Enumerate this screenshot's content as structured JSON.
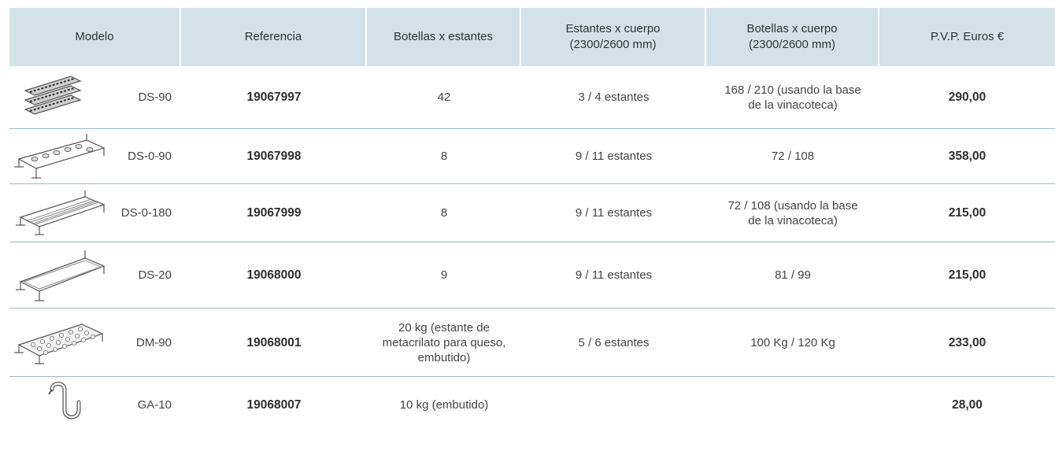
{
  "headers": {
    "modelo": "Modelo",
    "referencia": "Referencia",
    "botellas_estantes": "Botellas x estantes",
    "estantes_cuerpo": "Estantes x cuerpo\n(2300/2600 mm)",
    "botellas_cuerpo": "Botellas x cuerpo\n(2300/2600 mm)",
    "pvp": "P.V.P. Euros €"
  },
  "rows": [
    {
      "icon": "stacked-bottle-racks-icon",
      "modelo": "DS-90",
      "referencia": "19067997",
      "botellas_estantes": "42",
      "estantes_cuerpo": "3 / 4 estantes",
      "botellas_cuerpo": "168 / 210 (usando la base\nde la vinacoteca)",
      "pvp": "290,00"
    },
    {
      "icon": "bottle-shelf-rack-icon",
      "modelo": "DS-0-90",
      "referencia": "19067998",
      "botellas_estantes": "8",
      "estantes_cuerpo": "9 / 11 estantes",
      "botellas_cuerpo": "72 / 108",
      "pvp": "358,00"
    },
    {
      "icon": "rod-shelf-rack-icon",
      "modelo": "DS-0-180",
      "referencia": "19067999",
      "botellas_estantes": "8",
      "estantes_cuerpo": "9 / 11 estantes",
      "botellas_cuerpo": "72 / 108 (usando la base\nde la vinacoteca)",
      "pvp": "215,00"
    },
    {
      "icon": "frame-shelf-rack-icon",
      "modelo": "DS-20",
      "referencia": "19068000",
      "botellas_estantes": "9",
      "estantes_cuerpo": "9 / 11 estantes",
      "botellas_cuerpo": "81 / 99",
      "pvp": "215,00"
    },
    {
      "icon": "perforated-methacrylate-shelf-icon",
      "modelo": "DM-90",
      "referencia": "19068001",
      "botellas_estantes": "20 kg (estante de\nmetacrilato para queso,\nembutido)",
      "estantes_cuerpo": "5 / 6 estantes",
      "botellas_cuerpo": "100 Kg / 120 Kg",
      "pvp": "233,00"
    },
    {
      "icon": "s-hook-icon",
      "modelo": "GA-10",
      "referencia": "19068007",
      "botellas_estantes": "10 kg (embutido)",
      "estantes_cuerpo": "",
      "botellas_cuerpo": "",
      "pvp": "28,00"
    }
  ]
}
